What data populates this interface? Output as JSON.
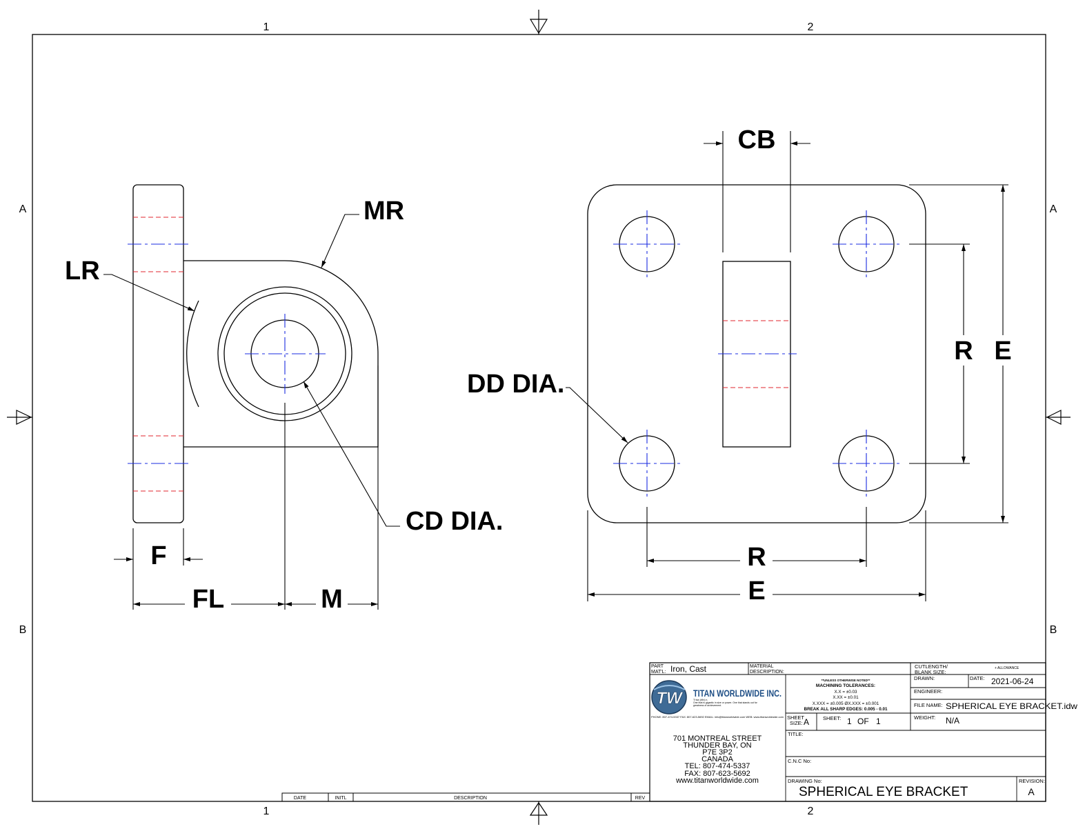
{
  "zones": {
    "top": [
      "1",
      "2"
    ],
    "bottom": [
      "1",
      "2"
    ],
    "left": [
      "A",
      "B"
    ],
    "right": [
      "A",
      "B"
    ]
  },
  "dimensions": {
    "mr": "MR",
    "lr": "LR",
    "cd": "CD DIA.",
    "f": "F",
    "fl": "FL",
    "m": "M",
    "cb": "CB",
    "dd": "DD DIA.",
    "r_vertical": "R",
    "e_vertical": "E",
    "r_horizontal": "R",
    "e_horizontal": "E"
  },
  "title_block": {
    "part_matl_label": "PART MAT'L:",
    "part_matl": "Iron, Cast",
    "material_description_label": "MATERIAL DESCRIPTION:",
    "company": "TITAN WORLDWIDE INC.",
    "logo_text": "TW",
    "tagline_1": "Ti·tan (tit'n) n.",
    "tagline_2": "One that is gigantic in size or power. One that stands out for",
    "tagline_3": "greatness of achievement.",
    "contact_line": "PHONE: 807-474-5337   FAX: 807-623-5692   EMAIL: info@titanworldwide.com   WEB: www.titanworldwide.com",
    "address": [
      "701 MONTREAL STREET",
      "THUNDER BAY, ON",
      "P7E 3P2",
      "CANADA",
      "TEL: 807-474-5337",
      "FAX: 807-623-5692",
      "www.titanworldwide.com"
    ],
    "tolerance_header": "**UNLESS OTHERWISE NOTED**",
    "tolerance_title": "MACHINING TOLERANCES:",
    "tol_1": "X.X = ±0.03",
    "tol_2": "X.XX = ±0.01",
    "tol_3": "X.XXX = ±0.005   ØX.XXX = ±0.001",
    "tol_4": "BREAK ALL SHARP EDGES: 0.005 - 0.01",
    "cutlength_label": "CUTLENGTH/ BLANK SIZE:",
    "allowance": "+ ALLOWANCE",
    "drawn_label": "DRAWN:",
    "date_label": "DATE:",
    "date": "2021-06-24",
    "engineer_label": "ENGINEER:",
    "file_name_label": "FILE NAME:",
    "file_name": "SPHERICAL EYE BRACKET.idw",
    "sheet_size_label": "SHEET SIZE:",
    "sheet_size": "A",
    "sheet_label": "SHEET:",
    "sheet_num": "1",
    "of_label": "OF",
    "sheet_total": "1",
    "weight_label": "WEIGHT:",
    "weight": "N/A",
    "title_label": "TITLE:",
    "cnc_label": "C.N.C No:",
    "drawing_no_label": "DRAWING No:",
    "drawing_no": "SPHERICAL EYE BRACKET",
    "revision_label": "REVISION:",
    "revision": "A"
  },
  "revision_block": {
    "date_col": "DATE",
    "initl_col": "INITL",
    "description_col": "DESCRIPTION",
    "rev_col": "REV"
  }
}
